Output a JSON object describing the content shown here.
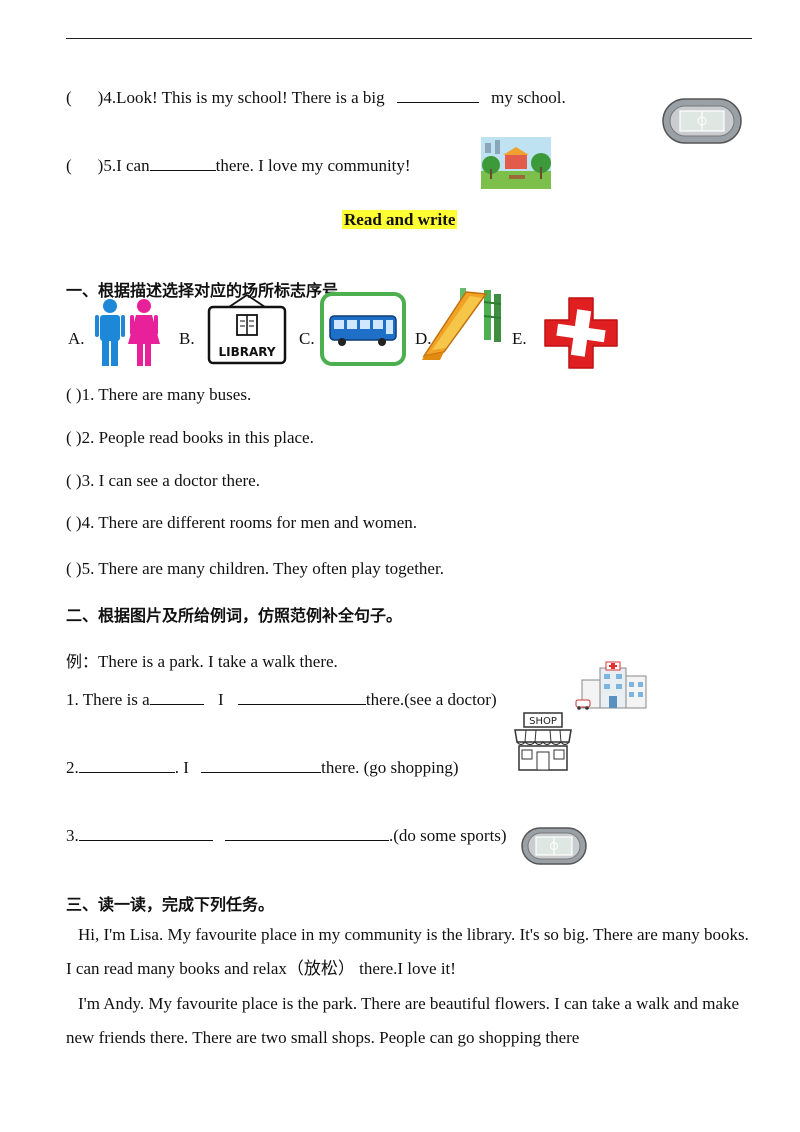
{
  "part1": {
    "q4": {
      "paren": "(",
      "num": ")4.Look!  This  is  my  school!  There  is  a  big",
      "tail": "my  school."
    },
    "q5": {
      "paren": "(",
      "num": ")5.I  can",
      "tail": "there.  I  love  my  community!"
    }
  },
  "section_title": "Read  and  write",
  "sec1": {
    "heading": "一、根据描述选择对应的场所标志序号。",
    "options": {
      "a": "A.",
      "b": "B.",
      "c": "C.",
      "d": "D.",
      "e": "E."
    },
    "library_sign": "LIBRARY",
    "items": [
      "(    )1. There are many buses.",
      "(    )2. People read books in this place.",
      "(    )3. I can see a doctor there.",
      "(    )4. There are different rooms for men and women.",
      "(    )5. There are many children. They often play together."
    ]
  },
  "sec2": {
    "heading": "二、根据图片及所给例词，仿照范例补全句子。",
    "example_label": "例：",
    "example": "There is a park. I take a walk there.",
    "q1": {
      "a": "1. There is a",
      "b": "I",
      "c": "there.(see  a  doctor)"
    },
    "q2": {
      "a": "2.",
      "b": ".  I",
      "c": "there.  (go  shopping)"
    },
    "q3": {
      "a": "3.",
      "c": ".(do some sports)"
    },
    "shop_sign": "SHOP"
  },
  "sec3": {
    "heading": "三、读一读，完成下列任务。",
    "p1": "Hi, I'm Lisa. My favourite place in my community is the library. It's  so big. There are many books. I can read many books and relax（放松） there.I love it!",
    "p2": "I'm Andy. My favourite place is the park. There are beautiful  flowers. I can take a walk and make new friends there. There are two  small shops. People can go shopping there"
  },
  "colors": {
    "highlight": "#ffff33",
    "toilet_blue": "#1e88d8",
    "toilet_pink": "#e8209a",
    "bus_frame": "#4caf50",
    "cross_red": "#e02020"
  }
}
